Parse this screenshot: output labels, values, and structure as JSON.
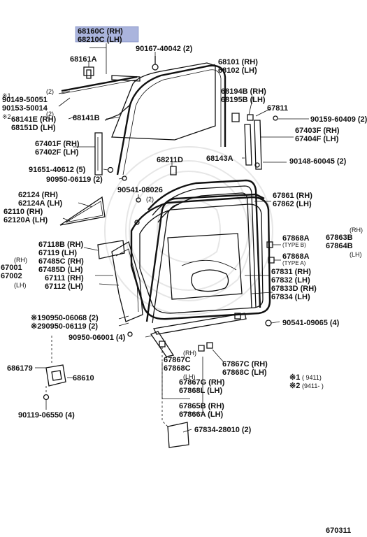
{
  "diagram": {
    "highlighted_part": {
      "rh": "68160C (RH)",
      "lh": "68210C (LH)"
    },
    "labels": {
      "p68161A": "68161A",
      "p90167": "90167-40042 (2)",
      "p68101": "68101 (RH)",
      "p68102": "68102 (LH)",
      "note1_mark": "※1",
      "p90149": "90149-50051",
      "p90149_qty": "(2)",
      "p90153": "90153-50014",
      "note2_mark": "※2",
      "p68141E": "68141E (RH)",
      "p68141E_qty": "(2)",
      "p68151D": "68151D (LH)",
      "p68141B": "68141B",
      "p68194B": "68194B (RH)",
      "p68195B": "68195B (LH)",
      "p67811": "67811",
      "p90159": "90159-60409 (2)",
      "p67401F": "67401F (RH)",
      "p67402F": "67402F (LH)",
      "p67403F": "67403F (RH)",
      "p67404F": "67404F (LH)",
      "p68211D": "68211D",
      "p68143A": "68143A",
      "p90148": "90148-60045 (2)",
      "p91651": "91651-40612 (5)",
      "p90950_06119a": "90950-06119 (2)",
      "p62124": "62124  (RH)",
      "p62124A": "62124A (LH)",
      "p62110": "62110  (RH)",
      "p62120A": "62120A (LH)",
      "p90541_08026": "90541-08026",
      "p90541_08026_qty": "(2)",
      "p67861": "67861 (RH)",
      "p67862": "67862 (LH)",
      "p67118B": "67118B (RH)",
      "p67119": "67119  (LH)",
      "p67485C": "67485C (RH)",
      "p67485D": "67485D (LH)",
      "p67111": "67111 (RH)",
      "p67112": "67112 (LH)",
      "p67001_rh": "(RH)",
      "p67001": "67001",
      "p67002": "67002",
      "p67002_lh": "(LH)",
      "p67868A_1": "67868A",
      "type_b": "(TYPE B)",
      "p67863B_rh": "(RH)",
      "p67863B": "67863B",
      "p67864B": "67864B",
      "p67864B_lh": "(LH)",
      "p67868A_2": "67868A",
      "type_a": "(TYPE A)",
      "p67831": "67831 (RH)",
      "p67832": "67832 (LH)",
      "p67833D": "67833D (RH)",
      "p67834": "67834  (LH)",
      "p90950_06068": "※190950-06068 (2)",
      "p90950_06119b": "※290950-06119 (2)",
      "p90950_06001": "90950-06001 (4)",
      "p90541_09065": "90541-09065 (4)",
      "rh_small": "(RH)",
      "p67867C_a": "67867C",
      "p67868C_a": "67868C",
      "lh_small": "(LH)",
      "p67867C_b": "67867C (RH)",
      "p67868C_b": "67868C (LH)",
      "p67867G": "67867G (RH)",
      "p67868L": "67868L (LH)",
      "p67865B": "67865B (RH)",
      "p67866A": "67866A (LH)",
      "p686179": "686179",
      "p68610": "68610",
      "p90119": "90119-06550 (4)",
      "p67834_28010": "67834-28010 (2)",
      "legend1_mark": "※1",
      "legend1_range": "(          9411)",
      "legend2_mark": "※2",
      "legend2_range": "(9411-           )",
      "code": "670311"
    }
  }
}
